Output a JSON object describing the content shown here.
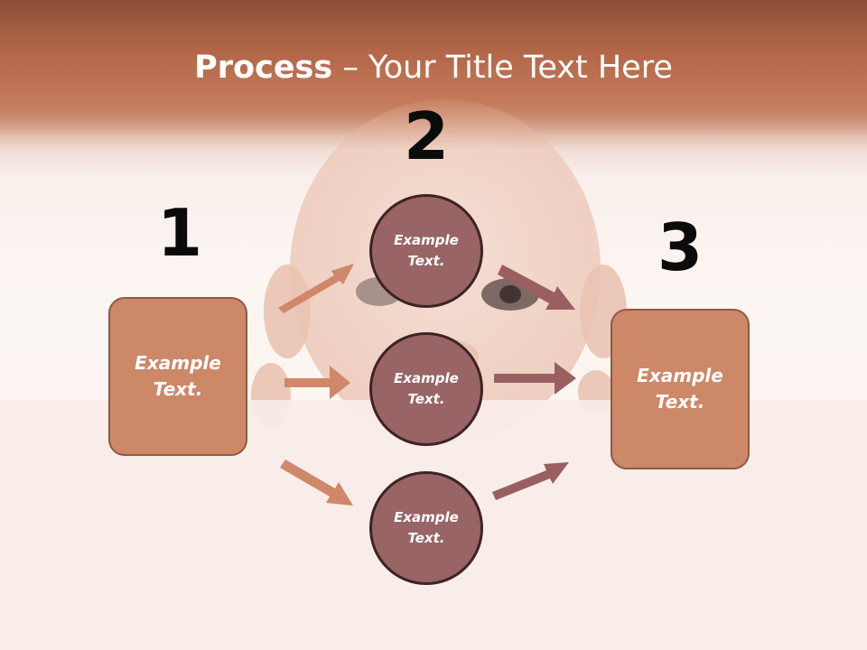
{
  "title": {
    "bold": "Process",
    "rest": " – Your Title Text Here"
  },
  "steps": {
    "step1": {
      "number": "1",
      "text": "Example\nText."
    },
    "step2": {
      "number": "2",
      "circles": [
        "Example\nText.",
        "Example\nText.",
        "Example\nText."
      ]
    },
    "step3": {
      "number": "3",
      "text": "Example\nText."
    }
  },
  "colors": {
    "header": "#b46848",
    "box_fill": "#cd8868",
    "circle_fill": "#996466",
    "arrow_left": "#d0876a",
    "arrow_right": "#9a5f60"
  }
}
